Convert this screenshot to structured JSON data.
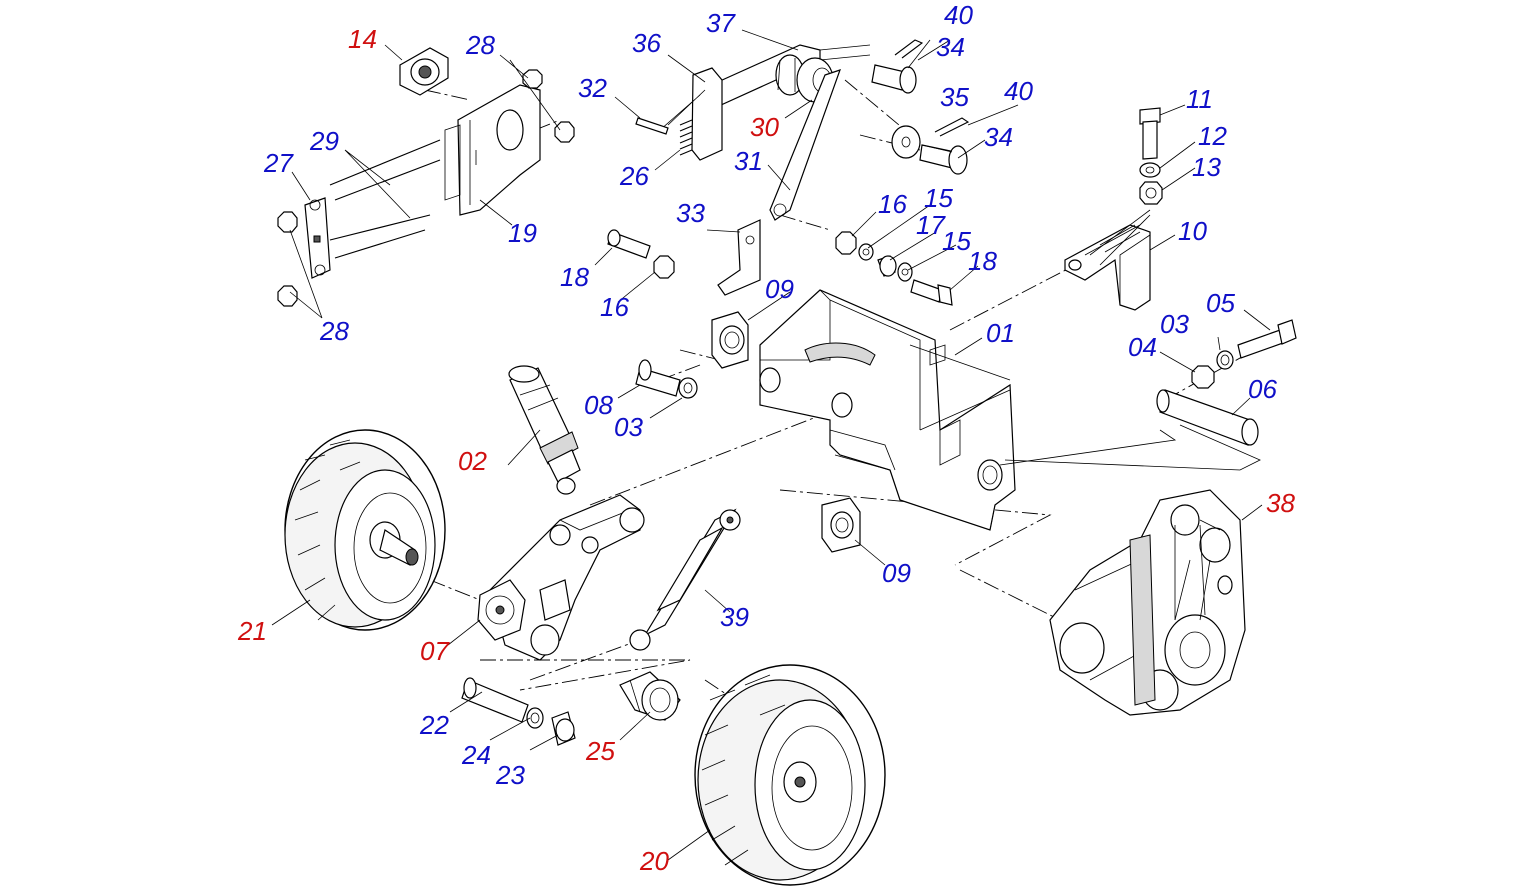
{
  "diagram": {
    "colors": {
      "label_blue": "#1010c8",
      "label_red": "#d01010",
      "line": "#000000",
      "background": "#ffffff"
    },
    "labels": {
      "p01": "01",
      "p02": "02",
      "p03a": "03",
      "p03b": "03",
      "p04": "04",
      "p05": "05",
      "p06": "06",
      "p07": "07",
      "p08": "08",
      "p09a": "09",
      "p09b": "09",
      "p10": "10",
      "p11": "11",
      "p12": "12",
      "p13": "13",
      "p14": "14",
      "p15a": "15",
      "p15b": "15",
      "p16a": "16",
      "p16b": "16",
      "p17": "17",
      "p18a": "18",
      "p18b": "18",
      "p19": "19",
      "p20": "20",
      "p21": "21",
      "p22": "22",
      "p23": "23",
      "p24": "24",
      "p25": "25",
      "p26": "26",
      "p27": "27",
      "p28a": "28",
      "p28b": "28",
      "p29": "29",
      "p30": "30",
      "p31": "31",
      "p32": "32",
      "p33": "33",
      "p34a": "34",
      "p34b": "34",
      "p35": "35",
      "p36": "36",
      "p37": "37",
      "p38": "38",
      "p39": "39",
      "p40a": "40",
      "p40b": "40"
    }
  }
}
